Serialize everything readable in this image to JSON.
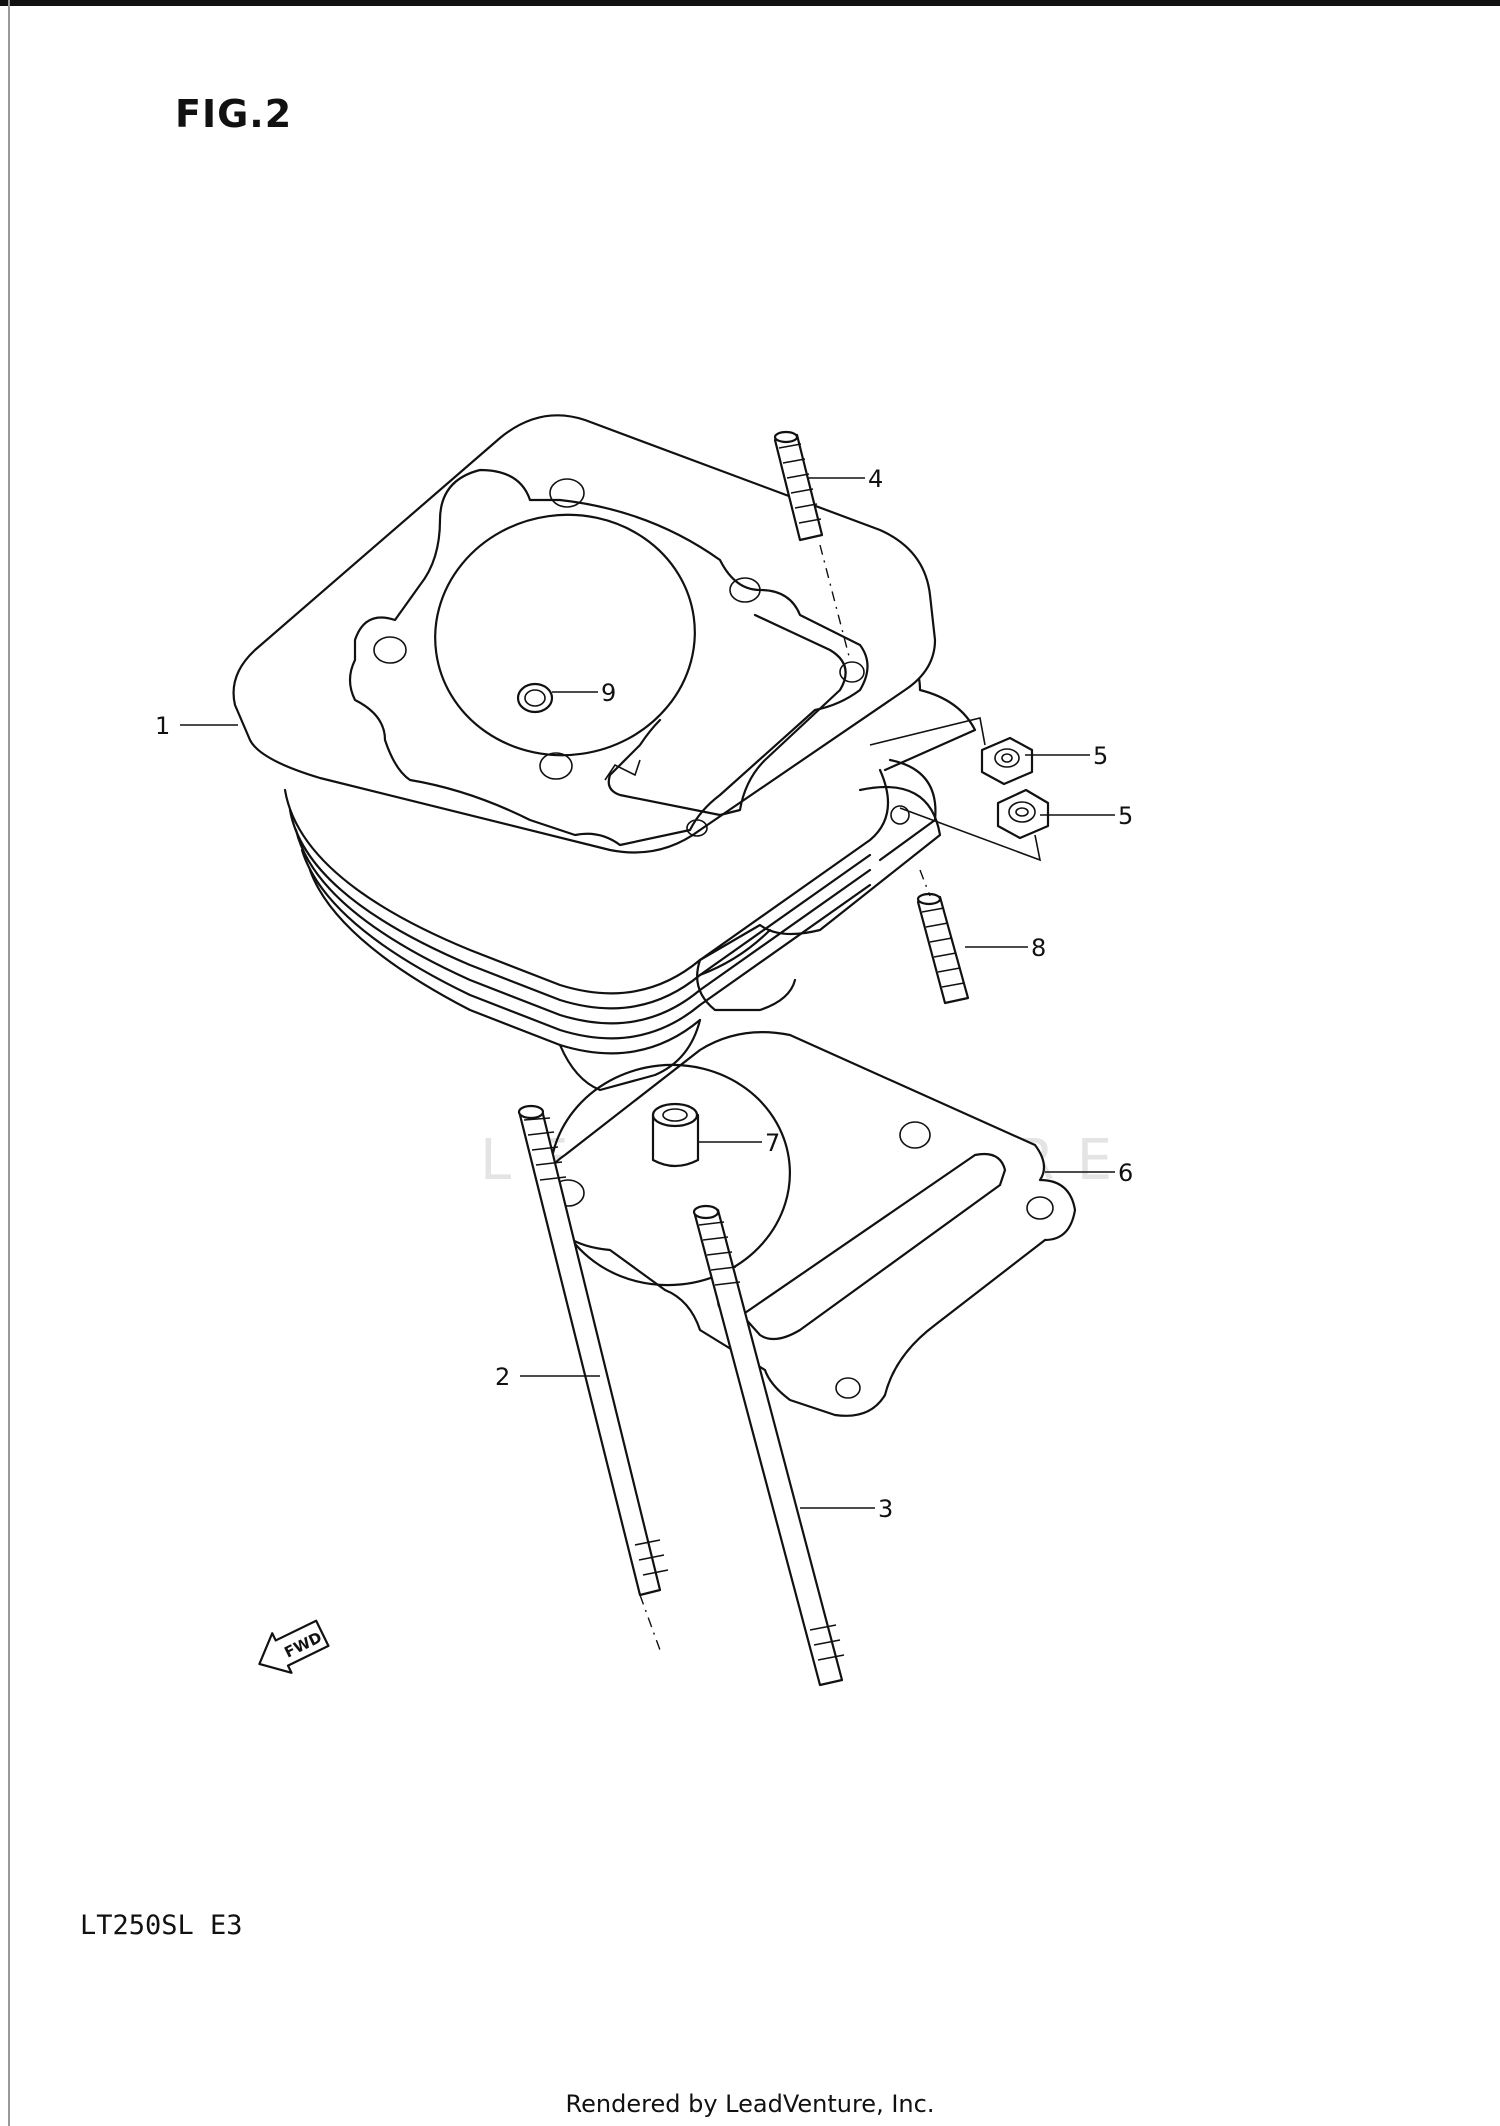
{
  "figure": {
    "title": "FIG.2"
  },
  "model": {
    "code": "LT250SL E3"
  },
  "footer": {
    "text": "Rendered by LeadVenture, Inc."
  },
  "watermark": {
    "text": "LEADVENTURE"
  },
  "fwd_arrow": {
    "label": "FWD"
  },
  "callouts": [
    {
      "id": "1",
      "label": "1"
    },
    {
      "id": "2",
      "label": "2"
    },
    {
      "id": "3",
      "label": "3"
    },
    {
      "id": "4",
      "label": "4"
    },
    {
      "id": "5a",
      "label": "5"
    },
    {
      "id": "5b",
      "label": "5"
    },
    {
      "id": "6",
      "label": "6"
    },
    {
      "id": "7",
      "label": "7"
    },
    {
      "id": "8",
      "label": "8"
    },
    {
      "id": "9",
      "label": "9"
    }
  ]
}
